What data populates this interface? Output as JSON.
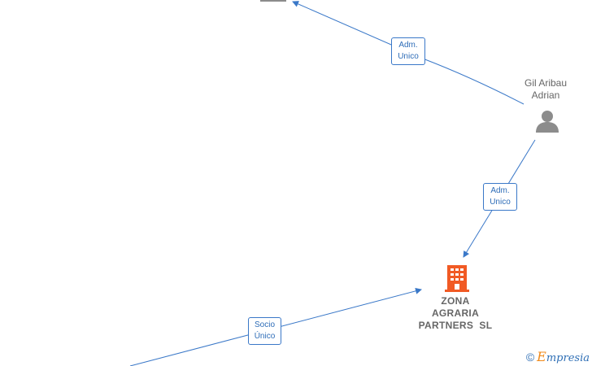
{
  "colors": {
    "edge": "#3a78c8",
    "company_icon": "#f15a24",
    "person_icon": "#8c8c8c",
    "text": "#666666"
  },
  "nodes": {
    "person": {
      "name_line1": "Gil Aribau",
      "name_line2": "Adrian",
      "icon": "person-icon"
    },
    "company": {
      "name_line1": "ZONA",
      "name_line2": "AGRARIA",
      "name_line3": "PARTNERS  SL",
      "icon": "building-icon"
    }
  },
  "edges": [
    {
      "label_line1": "Adm.",
      "label_line2": "Unico"
    },
    {
      "label_line1": "Adm.",
      "label_line2": "Unico"
    },
    {
      "label_line1": "Socio",
      "label_line2": "Único"
    }
  ],
  "footer": {
    "copyright": "©",
    "brand_initial": "E",
    "brand_rest": "mpresia"
  }
}
